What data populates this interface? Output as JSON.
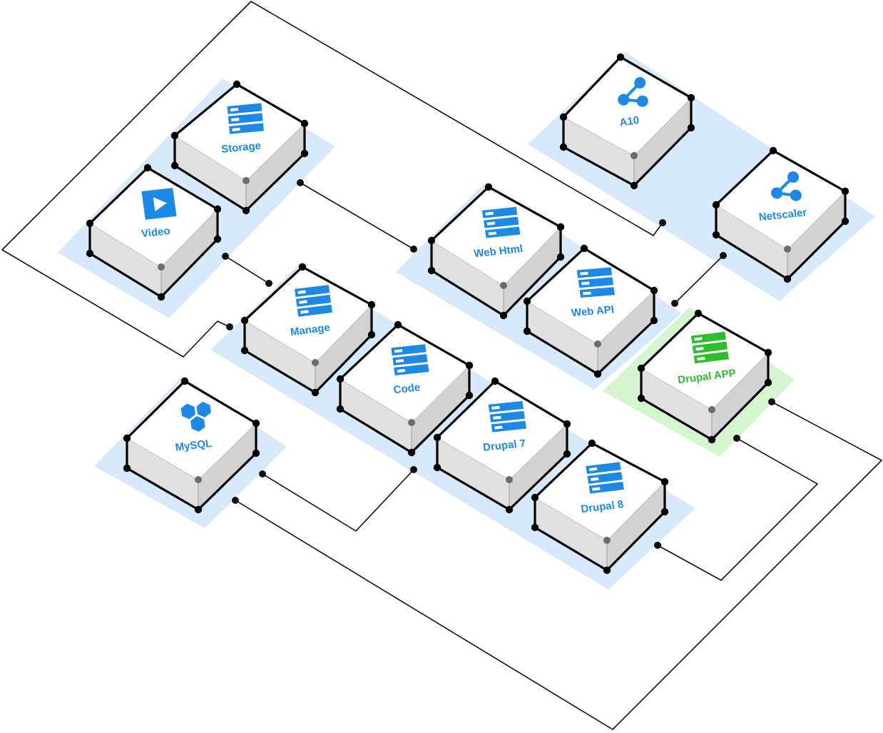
{
  "colors": {
    "blue": "#1e88e5",
    "green": "#2ebd2e",
    "zone_blue": "#d8e9fb",
    "zone_green": "#d5f5d0",
    "box_top": "#ffffff",
    "box_side": "#e0e0e0",
    "line": "#111111"
  },
  "nodes": [
    {
      "id": "storage",
      "label": "Storage",
      "icon": "server-icon",
      "color": "blue"
    },
    {
      "id": "video",
      "label": "Video",
      "icon": "play-icon",
      "color": "blue"
    },
    {
      "id": "a10",
      "label": "A10",
      "icon": "share-icon",
      "color": "blue"
    },
    {
      "id": "netscaler",
      "label": "Netscaler",
      "icon": "share-icon",
      "color": "blue"
    },
    {
      "id": "webhtml",
      "label": "Web  Html",
      "icon": "server-icon",
      "color": "blue"
    },
    {
      "id": "webapi",
      "label": "Web  API",
      "icon": "server-icon",
      "color": "blue"
    },
    {
      "id": "manage",
      "label": "Manage",
      "icon": "server-icon",
      "color": "blue"
    },
    {
      "id": "code",
      "label": "Code",
      "icon": "server-icon",
      "color": "blue"
    },
    {
      "id": "drupalapp",
      "label": "Drupal  APP",
      "icon": "server-icon",
      "color": "green"
    },
    {
      "id": "mysql",
      "label": "MySQL",
      "icon": "hexagons-icon",
      "color": "blue"
    },
    {
      "id": "drupal7",
      "label": "Drupal 7",
      "icon": "server-icon",
      "color": "blue"
    },
    {
      "id": "drupal8",
      "label": "Drupal 8",
      "icon": "server-icon",
      "color": "blue"
    }
  ],
  "connections": [
    {
      "from": "storage",
      "to": "webhtml"
    },
    {
      "from": "video",
      "to": "manage"
    },
    {
      "from": "a10",
      "to": "manage"
    },
    {
      "from": "netscaler",
      "to": "webapi"
    },
    {
      "from": "mysql",
      "to": "code"
    },
    {
      "from": "mysql",
      "to": "drupalapp"
    },
    {
      "from": "drupalapp",
      "to": "drupal8"
    }
  ]
}
